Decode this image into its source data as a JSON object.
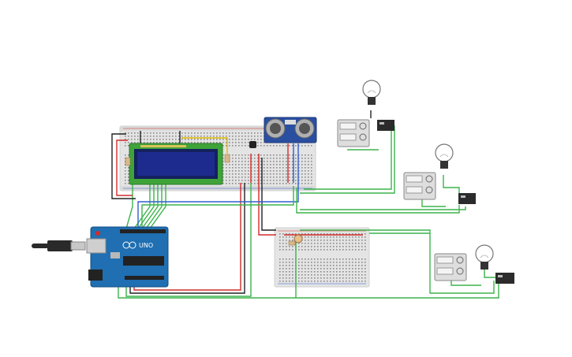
{
  "components": {
    "arduino": {
      "brand_text": "UNO",
      "board_color": "#1f6fb2"
    },
    "lcd": {
      "screen_color": "#1d2b8f",
      "frame_color": "#3fa33a"
    },
    "ultrasonic": {
      "body_color": "#2a4fa0"
    },
    "breadboard_main": {
      "color": "#e6e6e6"
    },
    "breadboard_small": {
      "color": "#e6e6e6"
    },
    "relays": [
      {
        "id": "relay-1"
      },
      {
        "id": "relay-2"
      },
      {
        "id": "relay-3"
      }
    ],
    "power_modules": [
      {
        "id": "power-module-1"
      },
      {
        "id": "power-module-2"
      },
      {
        "id": "power-module-3"
      }
    ],
    "bulbs": [
      {
        "id": "bulb-1"
      },
      {
        "id": "bulb-2"
      },
      {
        "id": "bulb-3"
      }
    ],
    "usb_cable": {
      "color": "#2a2a2a"
    }
  },
  "wire_colors": {
    "green": "#3cb44b",
    "red": "#d22b2b",
    "black": "#222222",
    "blue": "#2f5fd0",
    "yellow": "#e0b800",
    "gray": "#9a9a9a"
  }
}
